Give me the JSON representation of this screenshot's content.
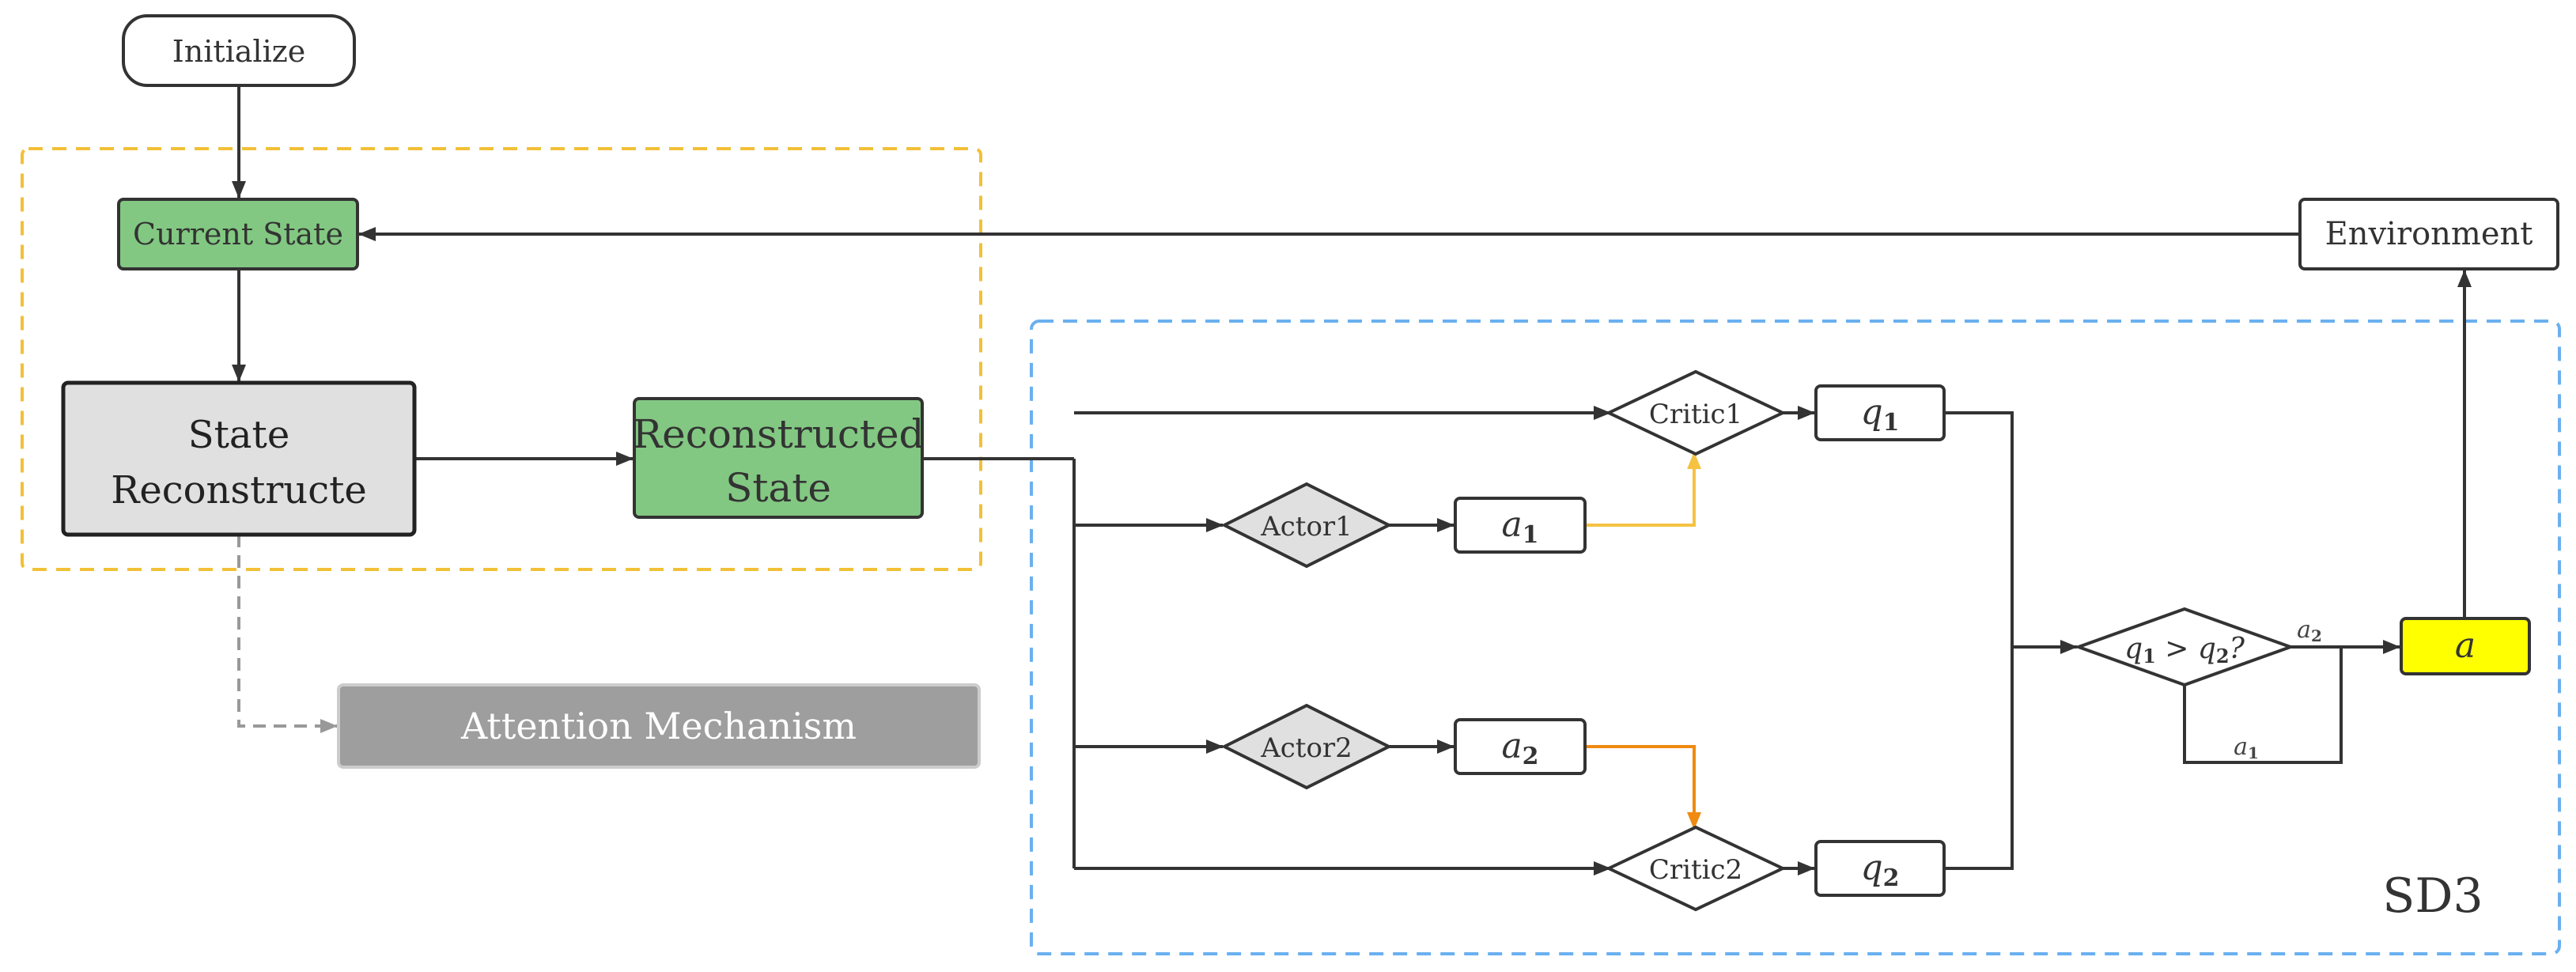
{
  "nodes": {
    "initialize": "Initialize",
    "current_state": "Current State",
    "state_reconstructe_line1": "State",
    "state_reconstructe_line2": "Reconstructe",
    "reconstructed_state_line1": "Reconstructed",
    "reconstructed_state_line2": "State",
    "attention": "Attention Mechanism",
    "environment": "Environment",
    "actor1": "Actor1",
    "actor2": "Actor2",
    "critic1": "Critic1",
    "critic2": "Critic2",
    "a1_var": "a",
    "a1_sub": "1",
    "a2_var": "a",
    "a2_sub": "2",
    "q1_var": "q",
    "q1_sub": "1",
    "q2_var": "q",
    "q2_sub": "2",
    "compare": {
      "q": "q",
      "sub1": "1",
      "gt": " > ",
      "q2": "q",
      "sub2": "2",
      "qmark": "?"
    },
    "final_action": "a"
  },
  "edge_labels": {
    "branch_a2_var": "a",
    "branch_a2_sub": "2",
    "branch_a1_var": "a",
    "branch_a1_sub": "1"
  },
  "groups": {
    "sd3_label": "SD3"
  },
  "colors": {
    "green_fill": "#82c882",
    "gray_fill": "#e0e0e0",
    "attention_fill": "#9e9e9e",
    "highlight_yellow": "#ffff00",
    "stroke": "#333333",
    "yellow_dash": "#f2c037",
    "blue_dash": "#6ab0f0",
    "yellow_arrow": "#f5c242",
    "orange_arrow": "#f08a10",
    "gray_dash": "#999999"
  }
}
